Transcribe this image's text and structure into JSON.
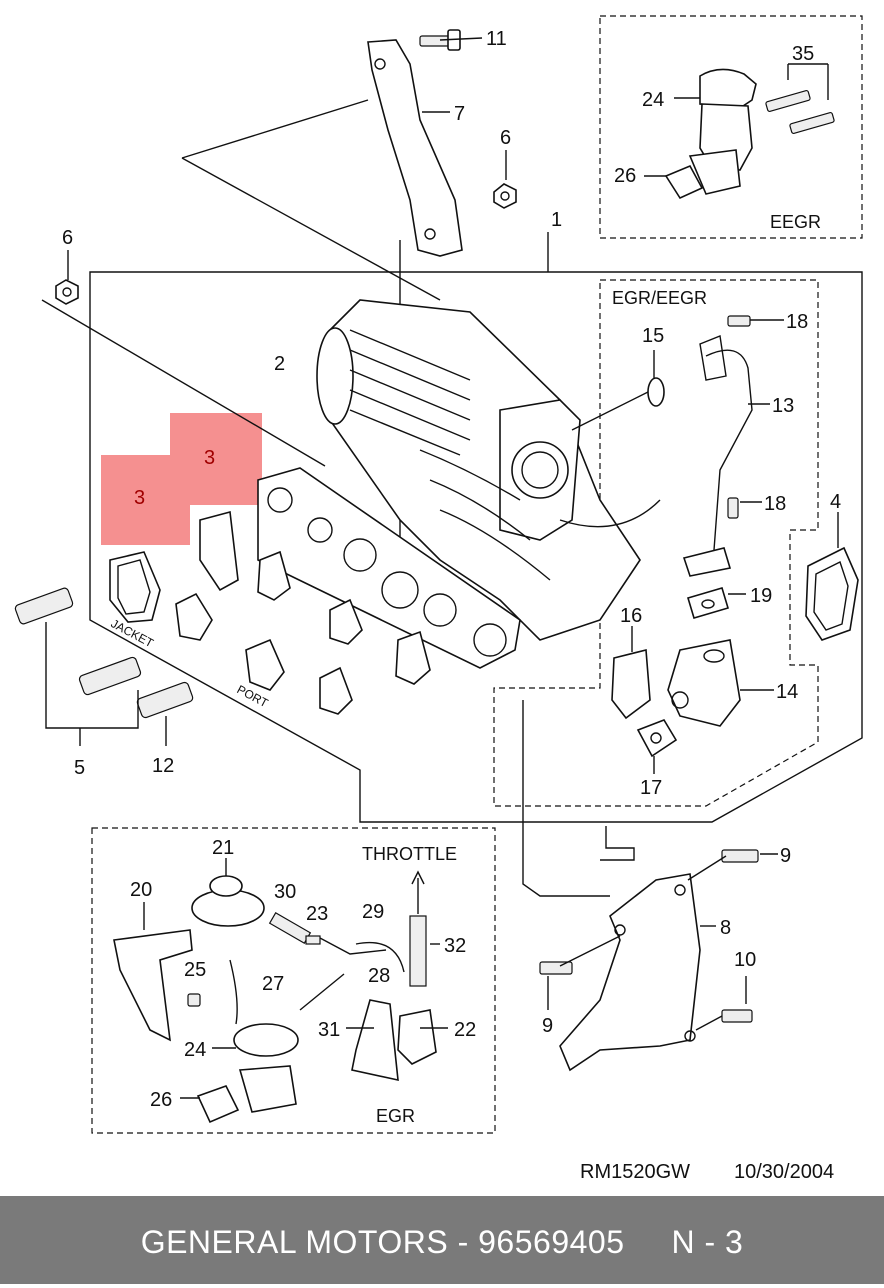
{
  "diagram": {
    "part_numbers": {
      "p1": "1",
      "p2": "2",
      "p3a": "3",
      "p3b": "3",
      "p4": "4",
      "p5": "5",
      "p6a": "6",
      "p6b": "6",
      "p7": "7",
      "p8": "8",
      "p9a": "9",
      "p9b": "9",
      "p10": "10",
      "p11": "11",
      "p12": "12",
      "p13": "13",
      "p14": "14",
      "p15": "15",
      "p16": "16",
      "p17": "17",
      "p18a": "18",
      "p18b": "18",
      "p19": "19",
      "p20": "20",
      "p21": "21",
      "p22": "22",
      "p23": "23",
      "p24a": "24",
      "p24b": "24",
      "p25": "25",
      "p26a": "26",
      "p26b": "26",
      "p27": "27",
      "p28": "28",
      "p29": "29",
      "p30": "30",
      "p31": "31",
      "p32": "32",
      "p35": "35"
    },
    "labels": {
      "eegr": "EEGR",
      "egr_eegr": "EGR/EEGR",
      "egr": "EGR",
      "throttle": "THROTTLE",
      "jacket": "JACKET",
      "port": "PORT"
    },
    "code": "RM1520GW",
    "date": "10/30/2004",
    "highlight_color": "#f48a8a",
    "highlight_text_color": "#a00000"
  },
  "footer": {
    "text": "GENERAL MOTORS - 96569405     N - 3",
    "background": "#7a7a7a"
  }
}
